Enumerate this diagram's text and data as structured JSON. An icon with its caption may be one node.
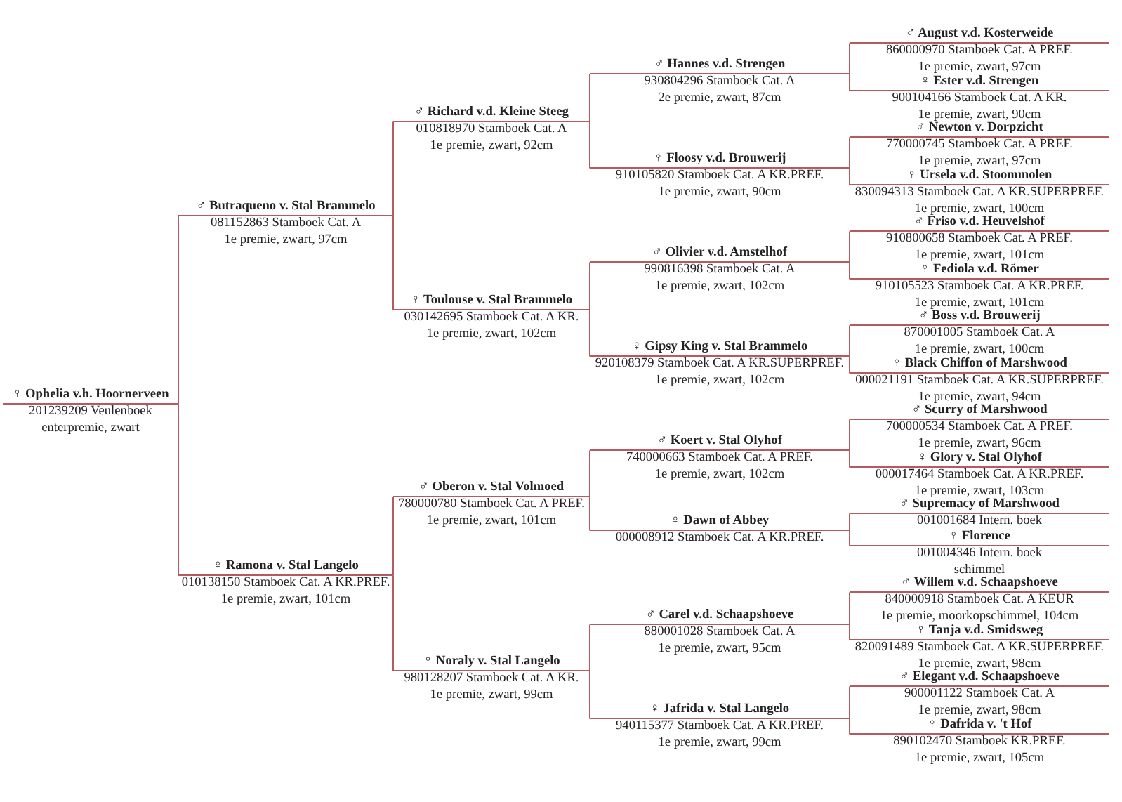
{
  "diagram": {
    "nodes": [
      {
        "text": [
          "♀ Ophelia v.h. Hoornerveen",
          "201239209 Veulenboek",
          "enterpremie, zwart"
        ]
      },
      {
        "text": [
          "♂ Butraqueno v. Stal Brammelo",
          "081152863 Stamboek Cat. A",
          "1e premie, zwart, 97cm"
        ]
      },
      {
        "text": [
          "♂ Richard v.d. Kleine Steeg",
          "010818970 Stamboek Cat. A",
          "1e premie, zwart, 92cm"
        ]
      },
      {
        "text": [
          "♂ Hannes v.d. Strengen",
          "930804296 Stamboek Cat. A",
          "2e premie, zwart, 87cm"
        ]
      },
      {
        "text": [
          "♂ August v.d. Kosterweide",
          "860000970 Stamboek Cat. A PREF.",
          "1e premie, zwart, 97cm"
        ]
      },
      {
        "text": [
          "♀ Ester v.d. Strengen",
          "900104166 Stamboek Cat. A KR.",
          "1e premie, zwart, 90cm"
        ]
      },
      {
        "text": [
          "♀ Floosy v.d. Brouwerij",
          "910105820 Stamboek Cat. A KR.PREF.",
          "1e premie, zwart, 90cm"
        ]
      },
      {
        "text": [
          "♂ Newton v. Dorpzicht",
          "770000745 Stamboek Cat. A PREF.",
          "1e premie, zwart, 97cm"
        ]
      },
      {
        "text": [
          "♀ Ursela v.d. Stoommolen",
          "830094313 Stamboek Cat. A KR.SUPERPREF.",
          "1e premie, zwart, 100cm"
        ]
      },
      {
        "text": [
          "♀ Toulouse v. Stal Brammelo",
          "030142695 Stamboek Cat. A KR.",
          "1e premie, zwart, 102cm"
        ]
      },
      {
        "text": [
          "♂ Olivier v.d. Amstelhof",
          "990816398 Stamboek Cat. A",
          "1e premie, zwart, 102cm"
        ]
      },
      {
        "text": [
          "♂ Friso v.d. Heuvelshof",
          "910800658 Stamboek Cat. A PREF.",
          "1e premie, zwart, 101cm"
        ]
      },
      {
        "text": [
          "♀ Fediola v.d. Römer",
          "910105523 Stamboek Cat. A KR.PREF.",
          "1e premie, zwart, 101cm"
        ]
      },
      {
        "text": [
          "♀ Gipsy King v. Stal Brammelo",
          "920108379 Stamboek Cat. A KR.SUPERPREF.",
          "1e premie, zwart, 102cm"
        ]
      },
      {
        "text": [
          "♂ Boss v.d. Brouwerij",
          "870001005 Stamboek Cat. A",
          "1e premie, zwart, 100cm"
        ]
      },
      {
        "text": [
          "♀ Black Chiffon of Marshwood",
          "000021191 Stamboek Cat. A KR.SUPERPREF.",
          "1e premie, zwart, 94cm"
        ]
      },
      {
        "text": [
          "♀ Ramona v. Stal Langelo",
          "010138150 Stamboek Cat. A KR.PREF.",
          "1e premie, zwart, 101cm"
        ]
      },
      {
        "text": [
          "♂ Oberon v. Stal Volmoed",
          "780000780 Stamboek Cat. A PREF.",
          "1e premie, zwart, 101cm"
        ]
      },
      {
        "text": [
          "♂ Koert v. Stal Olyhof",
          "740000663 Stamboek Cat. A PREF.",
          "1e premie, zwart, 102cm"
        ]
      },
      {
        "text": [
          "♂ Scurry of Marshwood",
          "700000534 Stamboek Cat. A PREF.",
          "1e premie, zwart, 96cm"
        ]
      },
      {
        "text": [
          "♀ Glory v. Stal Olyhof",
          "000017464 Stamboek Cat. A KR.PREF.",
          "1e premie, zwart, 103cm"
        ]
      },
      {
        "text": [
          "♀ Dawn of Abbey",
          "000008912 Stamboek Cat. A KR.PREF."
        ]
      },
      {
        "text": [
          "♂ Supremacy of Marshwood",
          "001001684 Intern. boek"
        ]
      },
      {
        "text": [
          "♀ Florence",
          "001004346 Intern. boek",
          "schimmel"
        ]
      },
      {
        "text": [
          "♀ Noraly v. Stal Langelo",
          "980128207 Stamboek Cat. A KR.",
          "1e premie, zwart, 99cm"
        ]
      },
      {
        "text": [
          "♂ Carel v.d. Schaapshoeve",
          "880001028 Stamboek Cat. A",
          "1e premie, zwart, 95cm"
        ]
      },
      {
        "text": [
          "♂ Willem v.d. Schaapshoeve",
          "840000918 Stamboek Cat. A KEUR",
          "1e premie, moorkopschimmel, 104cm"
        ]
      },
      {
        "text": [
          "♀ Tanja v.d. Smidsweg",
          "820091489 Stamboek Cat. A KR.SUPERPREF.",
          "1e premie, zwart, 98cm"
        ]
      },
      {
        "text": [
          "♀ Jafrida v. Stal Langelo",
          "940115377 Stamboek Cat. A KR.PREF.",
          "1e premie, zwart, 99cm"
        ]
      },
      {
        "text": [
          "♂ Elegant v.d. Schaapshoeve",
          "900001122 Stamboek Cat. A",
          "1e premie, zwart, 98cm"
        ]
      },
      {
        "text": [
          "♀ Dafrida v. 't Hof",
          "890102470 Stamboek KR.PREF.",
          "1e premie, zwart, 105cm"
        ]
      }
    ],
    "edges": [
      {
        "from": 0,
        "to": 1,
        "arrow": "none"
      },
      {
        "from": 0,
        "to": 16,
        "arrow": "none"
      },
      {
        "from": 1,
        "to": 2,
        "arrow": "none"
      },
      {
        "from": 1,
        "to": 9,
        "arrow": "none"
      },
      {
        "from": 2,
        "to": 3,
        "arrow": "none"
      },
      {
        "from": 2,
        "to": 6,
        "arrow": "none"
      },
      {
        "from": 3,
        "to": 4,
        "arrow": "none"
      },
      {
        "from": 3,
        "to": 5,
        "arrow": "none"
      },
      {
        "from": 6,
        "to": 7,
        "arrow": "none"
      },
      {
        "from": 6,
        "to": 8,
        "arrow": "none"
      },
      {
        "from": 9,
        "to": 10,
        "arrow": "none"
      },
      {
        "from": 9,
        "to": 13,
        "arrow": "none"
      },
      {
        "from": 10,
        "to": 11,
        "arrow": "none"
      },
      {
        "from": 10,
        "to": 12,
        "arrow": "none"
      },
      {
        "from": 13,
        "to": 14,
        "arrow": "none"
      },
      {
        "from": 13,
        "to": 15,
        "arrow": "none"
      },
      {
        "from": 16,
        "to": 17,
        "arrow": "none"
      },
      {
        "from": 16,
        "to": 24,
        "arrow": "none"
      },
      {
        "from": 17,
        "to": 18,
        "arrow": "none"
      },
      {
        "from": 17,
        "to": 21,
        "arrow": "none"
      },
      {
        "from": 18,
        "to": 19,
        "arrow": "none"
      },
      {
        "from": 18,
        "to": 20,
        "arrow": "none"
      },
      {
        "from": 21,
        "to": 22,
        "arrow": "none"
      },
      {
        "from": 21,
        "to": 23,
        "arrow": "none"
      },
      {
        "from": 24,
        "to": 25,
        "arrow": "none"
      },
      {
        "from": 24,
        "to": 28,
        "arrow": "none"
      },
      {
        "from": 25,
        "to": 26,
        "arrow": "none"
      },
      {
        "from": 25,
        "to": 27,
        "arrow": "none"
      },
      {
        "from": 28,
        "to": 29,
        "arrow": "none"
      },
      {
        "from": 28,
        "to": 30,
        "arrow": "none"
      }
    ]
  }
}
